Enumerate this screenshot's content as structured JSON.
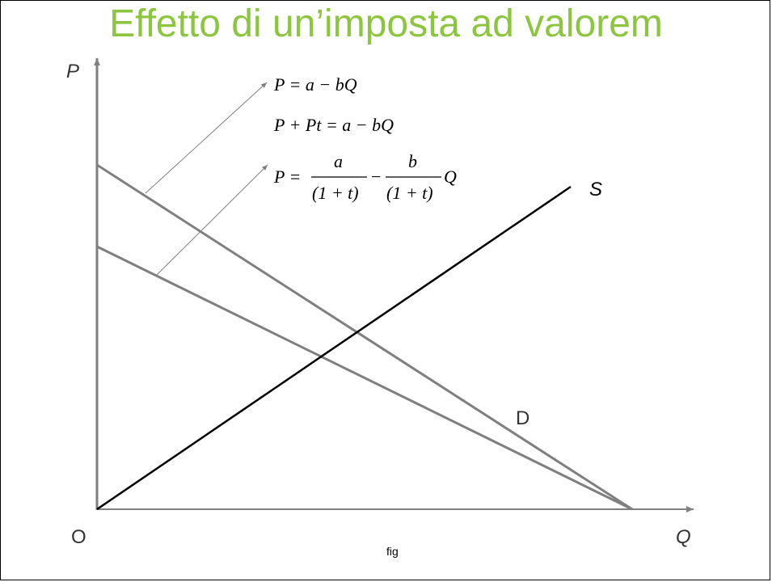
{
  "title": "Effetto di un’imposta ad valorem",
  "axes": {
    "y_label": "P",
    "x_label": "Q",
    "origin_label": "O"
  },
  "curves": {
    "supply_label": "S",
    "demand_label": "D"
  },
  "formulas": {
    "eq1": "P = a − bQ",
    "eq2": "P + Pt = a − bQ",
    "eq3_lhs": "P =",
    "eq3_num1": "a",
    "eq3_den1": "(1 + t)",
    "eq3_minus": "−",
    "eq3_num2": "b",
    "eq3_den2": "(1 + t)",
    "eq3_tail": "Q"
  },
  "caption": "fig",
  "colors": {
    "title": "#8cc63f",
    "axis": "#7f7f7f",
    "demand": "#7f7f7f",
    "supply": "#000000",
    "pointer": "#7f7f7f"
  }
}
